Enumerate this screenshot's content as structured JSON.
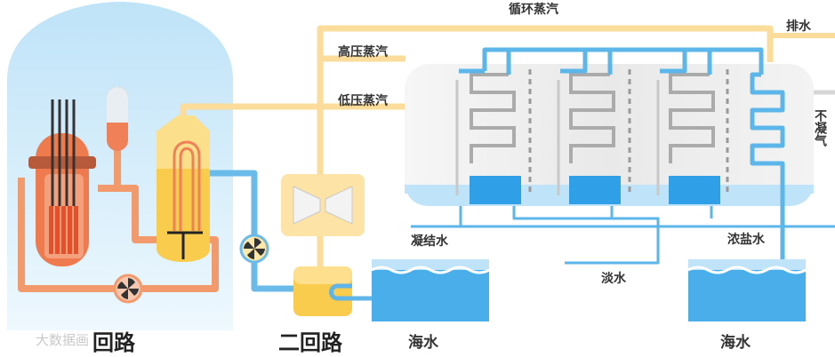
{
  "labels": {
    "circulating_steam": "循环蒸汽",
    "drain": "排水",
    "high_pressure_steam": "高压蒸汽",
    "low_pressure_steam": "低压蒸汽",
    "non_condensable_gas": "不凝气",
    "condensate": "凝结水",
    "brine": "浓盐水",
    "fresh_water": "淡水",
    "seawater_left": "海水",
    "seawater_right": "海水",
    "primary_loop": "回路",
    "secondary_loop": "二回路"
  },
  "watermark": "大数据画",
  "colors": {
    "containment": "#d4ecfa",
    "reactor": "#ef7f55",
    "pipe_primary": "#f0a070",
    "steam": "#fbd98b",
    "steam_generator": "#fbd056",
    "turbine_box": "#fde8b0",
    "water": "#5fb4e8",
    "sea": "#4aaeea",
    "evaporator": "#ececec",
    "fresh_basin": "#3aa9ef"
  }
}
